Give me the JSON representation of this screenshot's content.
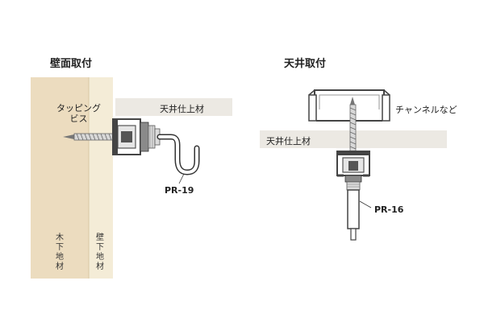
{
  "wall": {
    "title": "壁面取付",
    "screw_label": "タッピング\nビス",
    "ceiling_finish": "天井仕上材",
    "product": "PR-19",
    "wood_base": "木下地材",
    "wall_base": "壁下地材"
  },
  "ceiling": {
    "title": "天井取付",
    "channel_label": "チャンネルなど",
    "ceiling_finish": "天井仕上材",
    "product": "PR-16"
  },
  "colors": {
    "wood": "#ecdcbf",
    "wall_board": "#f4ecd7",
    "finish_band": "#ece9e3",
    "rail": "#555555",
    "hardware_light": "#dcdcdc",
    "hardware_dark": "#8a8a8a"
  }
}
